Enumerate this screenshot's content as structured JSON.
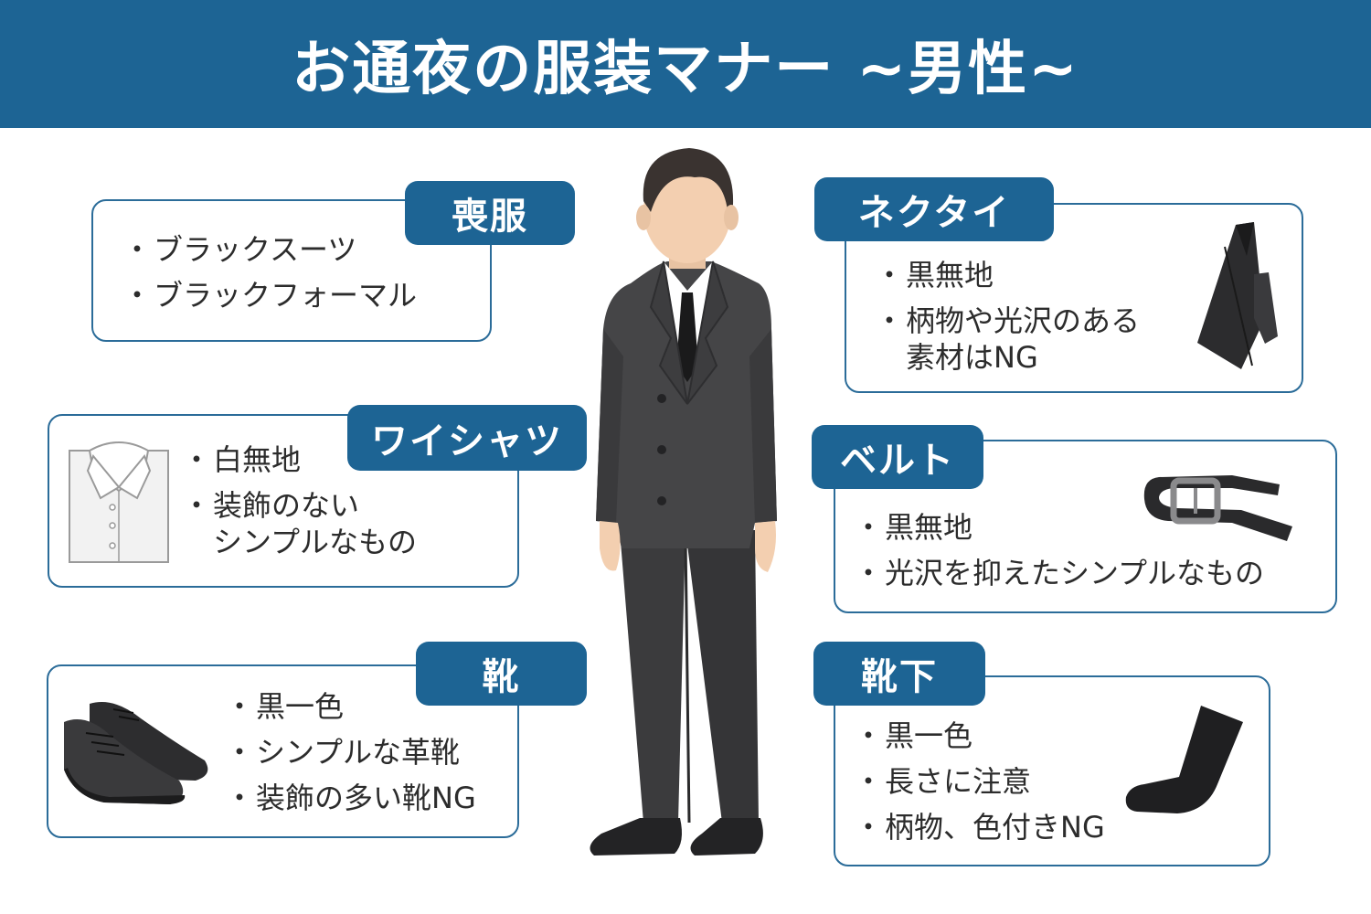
{
  "title": "お通夜の服装マナー ~男性~",
  "sections": {
    "mofuku": {
      "label": "喪服",
      "items": [
        "ブラックスーツ",
        "ブラックフォーマル"
      ]
    },
    "necktie": {
      "label": "ネクタイ",
      "items": [
        "黒無地",
        "柄物や光沢のある",
        "素材はNG"
      ]
    },
    "shirt": {
      "label": "ワイシャツ",
      "items": [
        "白無地",
        "装飾のない",
        "シンプルなもの"
      ]
    },
    "belt": {
      "label": "ベルト",
      "items": [
        "黒無地",
        "光沢を抑えたシンプルなもの"
      ]
    },
    "shoes": {
      "label": "靴",
      "items": [
        "黒一色",
        "シンプルな革靴",
        "装飾の多い靴NG"
      ]
    },
    "socks": {
      "label": "靴下",
      "items": [
        "黒一色",
        "長さに注意",
        "柄物、色付きNG"
      ]
    }
  },
  "colors": {
    "header": "#1d6494",
    "border": "#2b6c99",
    "suit": "#3d3d3f",
    "skin": "#f3cfb0"
  },
  "icons": [
    "man-in-suit-illustration",
    "shirt-icon",
    "necktie-icon",
    "belt-icon",
    "shoes-icon",
    "sock-icon"
  ]
}
